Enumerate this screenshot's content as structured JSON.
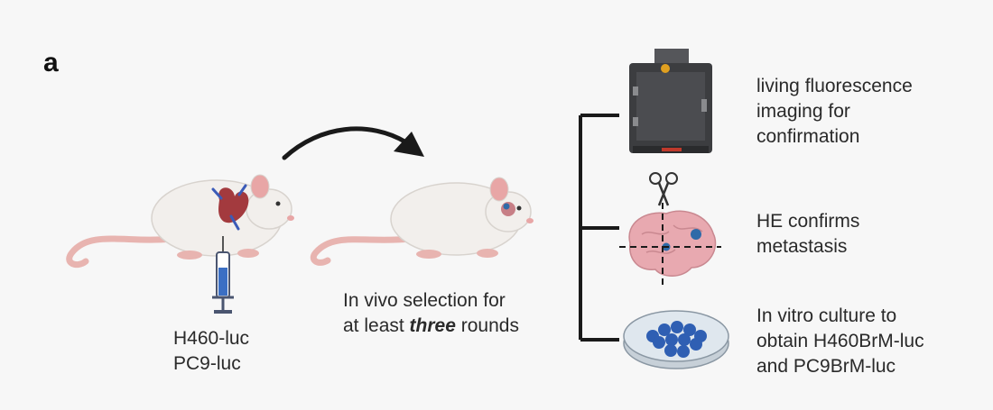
{
  "panel_label": "a",
  "colors": {
    "mouse_body": "#f2efec",
    "mouse_tail": "#e8b4b0",
    "ear": "#e8a6a6",
    "heart": "#a33a3e",
    "vessel": "#3b5bb8",
    "bracket": "#1a1a1a",
    "imager": "#3c3d40",
    "brain": "#e8a9b0",
    "tumor": "#2f6aa8",
    "cells": "#2f5fb3",
    "dish": "#dfe7ee"
  },
  "left_mouse": {
    "line1": "H460-luc",
    "line2": "PC9-luc"
  },
  "selection": {
    "line1": "In vivo selection for",
    "line2_prefix": "at least ",
    "line2_emph": "three",
    "line2_suffix": " rounds"
  },
  "outcomes": [
    {
      "icon": "fluorescence-imager-icon",
      "lines": [
        "living fluorescence",
        "imaging for",
        "confirmation"
      ]
    },
    {
      "icon": "brain-section-icon",
      "lines": [
        "HE confirms",
        "metastasis"
      ]
    },
    {
      "icon": "petri-dish-icon",
      "lines": [
        "In vitro culture to",
        "obtain H460BrM-luc",
        "and PC9BrM-luc"
      ]
    }
  ]
}
